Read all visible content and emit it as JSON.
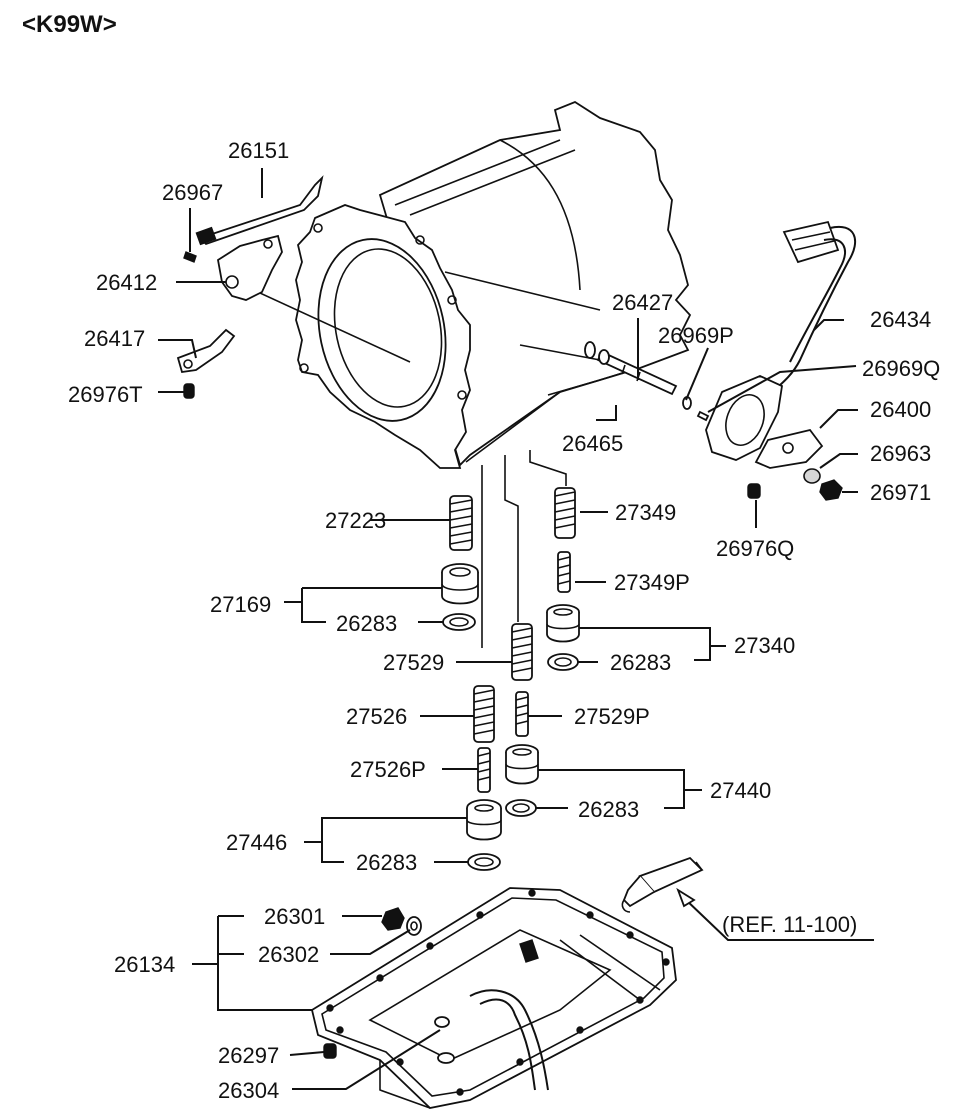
{
  "header": "<K99W>",
  "reference_note": "(REF. 11-100)",
  "labels": {
    "p26151": "26151",
    "p26967": "26967",
    "p26412": "26412",
    "p26417": "26417",
    "p26976T": "26976T",
    "p26427": "26427",
    "p26969P": "26969P",
    "p26434": "26434",
    "p26969Q": "26969Q",
    "p26400": "26400",
    "p26465": "26465",
    "p26963": "26963",
    "p26971": "26971",
    "p26976Q": "26976Q",
    "p27223": "27223",
    "p27349": "27349",
    "p27349P": "27349P",
    "p27169": "27169",
    "p26283_a": "26283",
    "p27340": "27340",
    "p27529": "27529",
    "p26283_b": "26283",
    "p27526": "27526",
    "p27529P": "27529P",
    "p27526P": "27526P",
    "p27440": "27440",
    "p26283_c": "26283",
    "p27446": "27446",
    "p26283_d": "26283",
    "p26301": "26301",
    "p26302": "26302",
    "p26134": "26134",
    "p26297": "26297",
    "p26304": "26304"
  }
}
